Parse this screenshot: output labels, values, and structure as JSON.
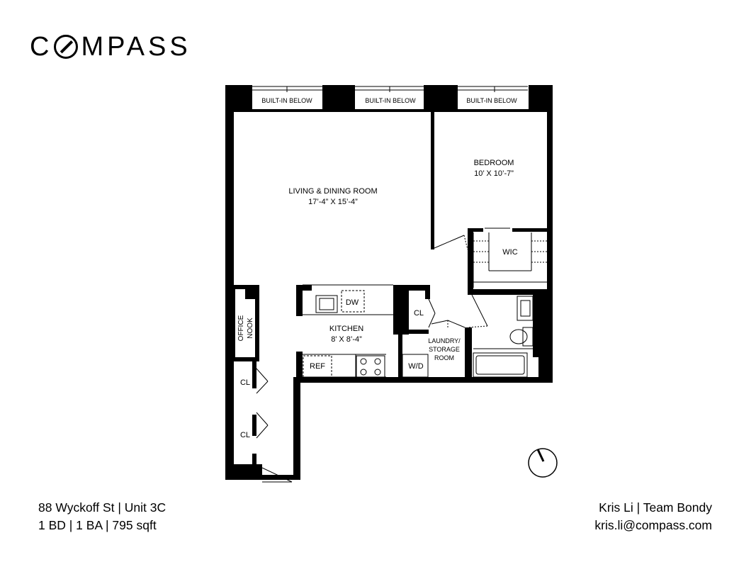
{
  "brand": {
    "name": "COMPASS",
    "prefix": "C",
    "suffix": "MPASS"
  },
  "plan": {
    "builtins": [
      "BUILT-IN BELOW",
      "BUILT-IN BELOW",
      "BUILT-IN BELOW"
    ],
    "living": {
      "name": "LIVING & DINING ROOM",
      "dims": "17’-4” X 15’-4”"
    },
    "bedroom": {
      "name": "BEDROOM",
      "dims": "10’ X 10’-7”"
    },
    "wic": "WIC",
    "kitchen": {
      "name": "KITCHEN",
      "dims": "8’ X 8’-4”"
    },
    "dw": "DW",
    "ref": "REF",
    "closet": "CL",
    "closet2": "CL",
    "closet3": "CL",
    "laundry": [
      "LAUNDRY/",
      "STORAGE",
      "ROOM"
    ],
    "wd": "W/D",
    "office": [
      "OFFICE",
      "NOOK"
    ]
  },
  "listing": {
    "address": "88 Wyckoff St | Unit 3C",
    "summary": "1 BD | 1 BA | 795 sqft"
  },
  "agent": {
    "name": "Kris Li | Team Bondy",
    "email": "kris.li@compass.com"
  }
}
